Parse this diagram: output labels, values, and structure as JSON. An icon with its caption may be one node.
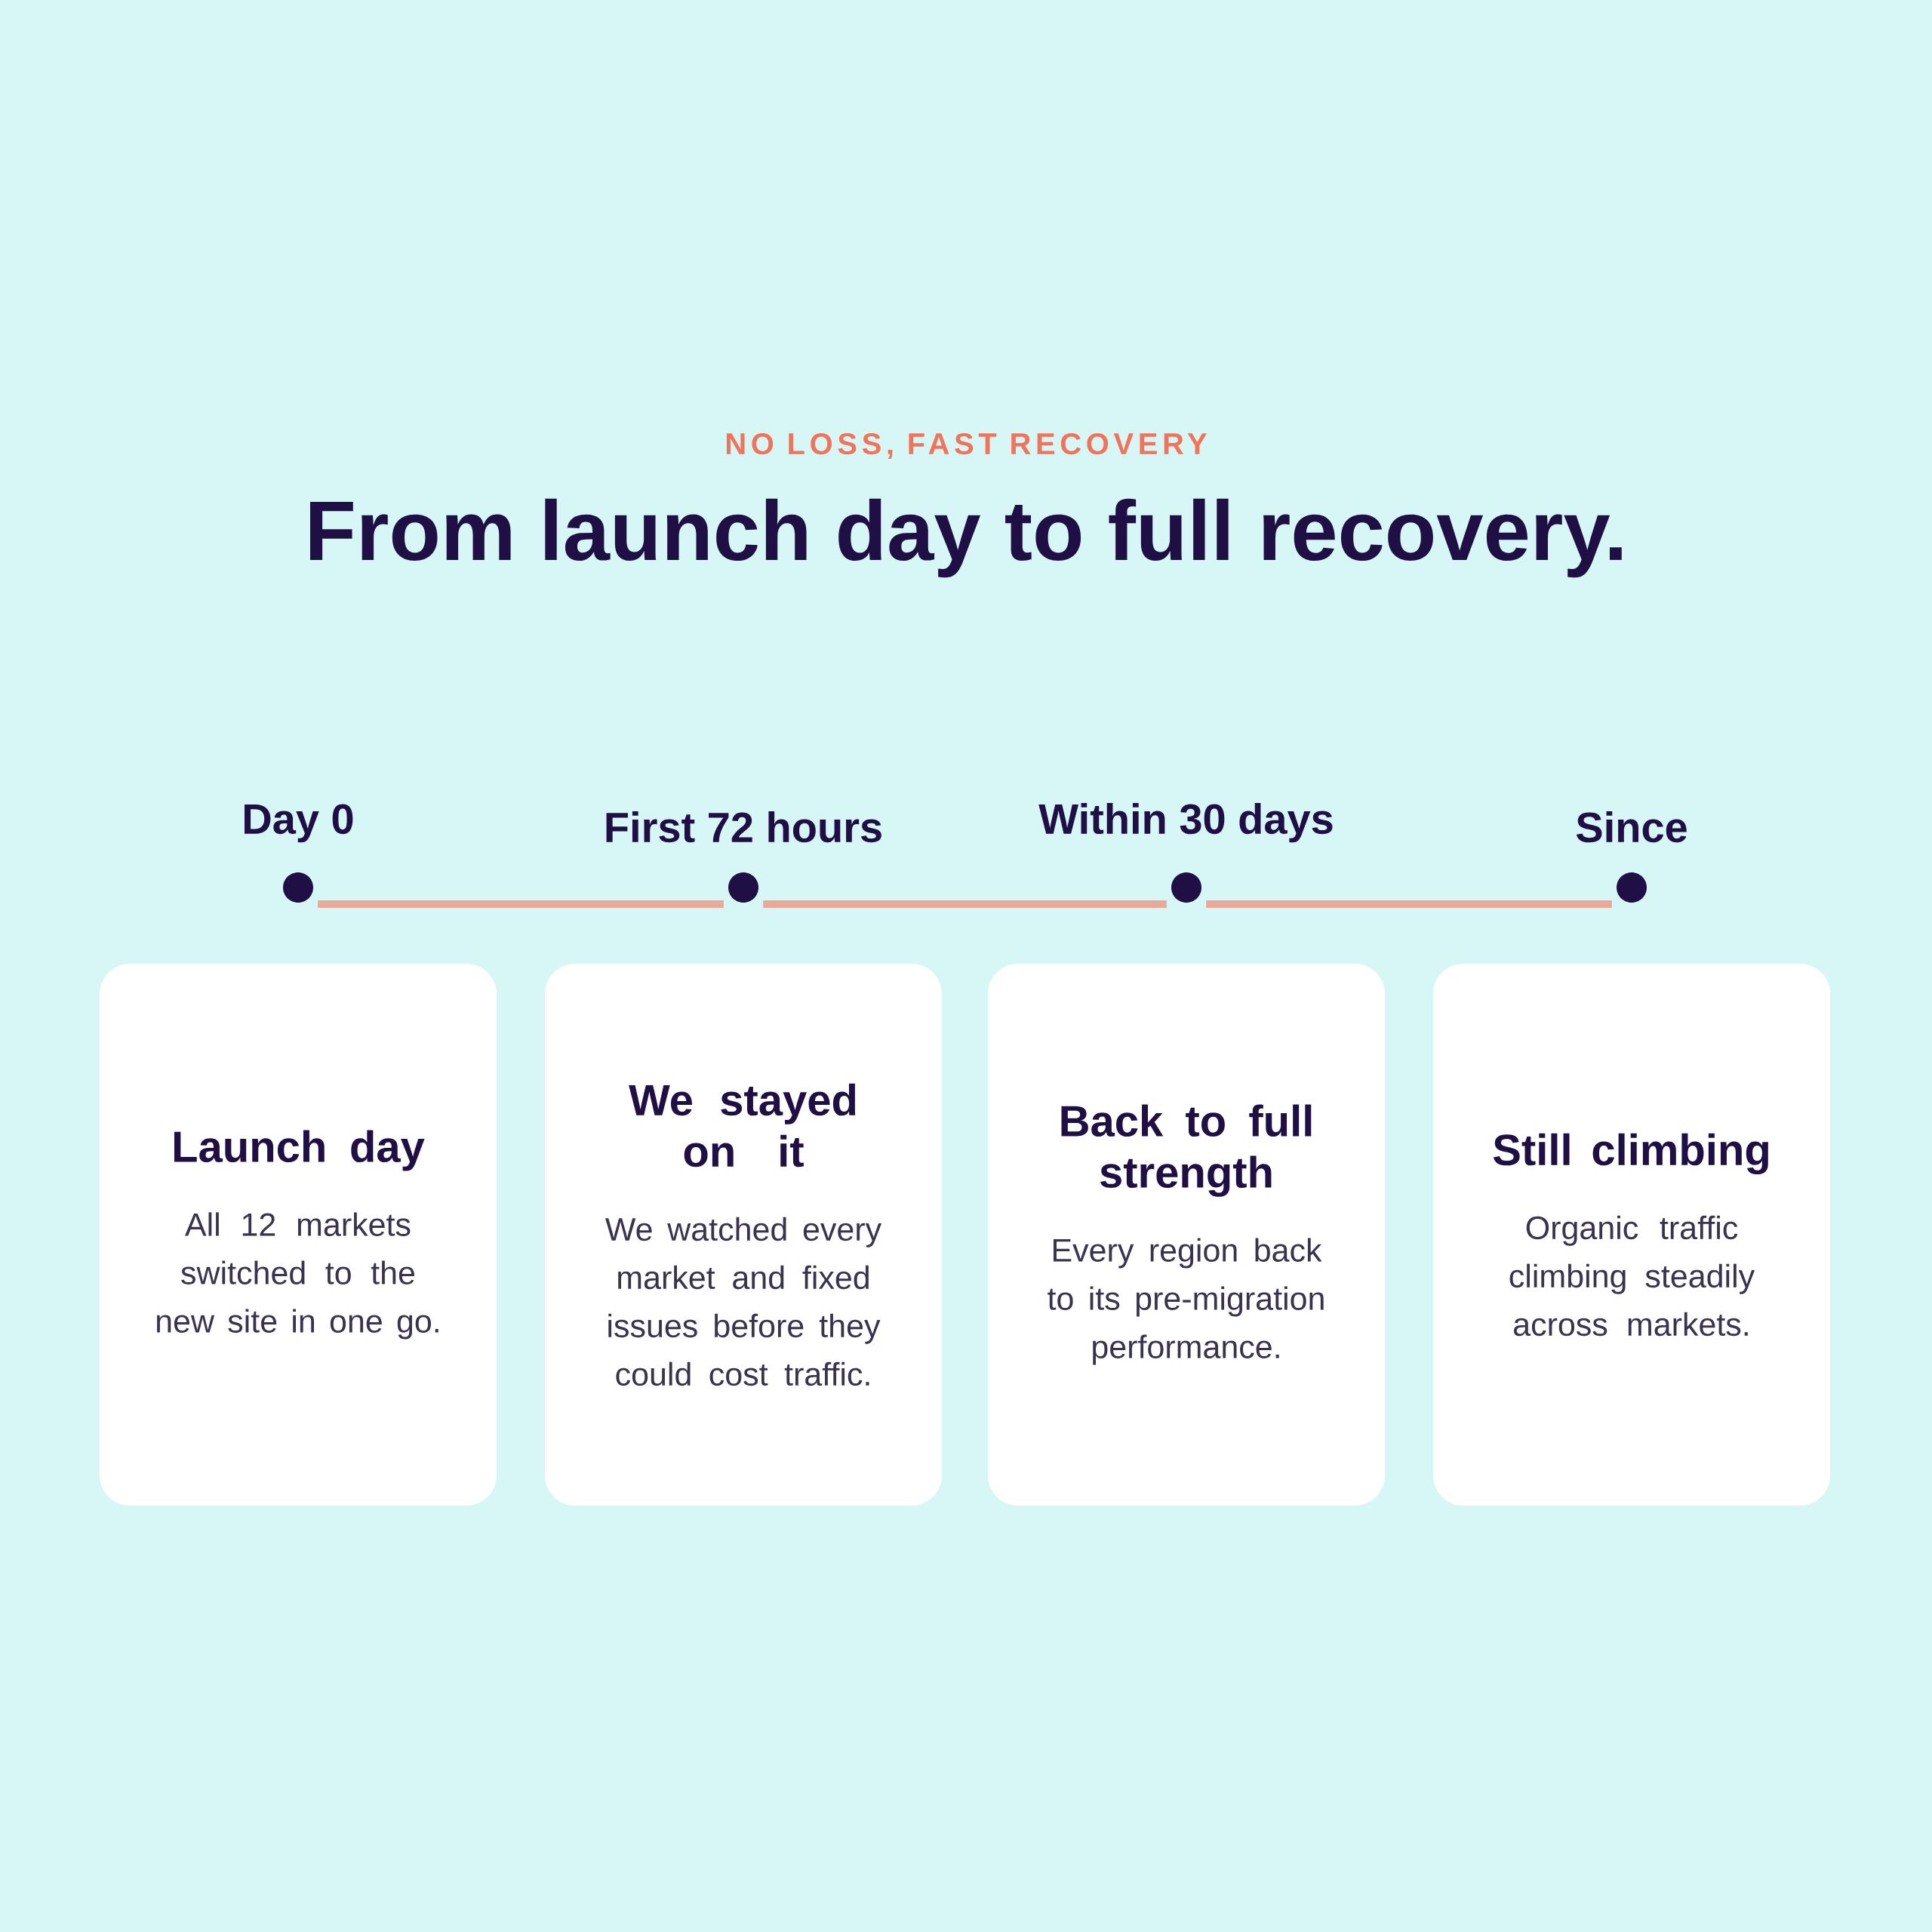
{
  "diagram": {
    "title": "From launch day to full recovery.",
    "nodes": [
      {
        "text": [
          "Day 0"
        ]
      },
      {
        "text": [
          "First 72 hours"
        ]
      },
      {
        "text": [
          "Within 30 days"
        ]
      },
      {
        "text": [
          "Since"
        ]
      },
      {
        "text": [
          "Launch day",
          "All 12 markets switched to the new site in one go."
        ]
      },
      {
        "text": [
          "We stayed on it",
          "We watched every market and fixed issues before they could cost traffic."
        ]
      },
      {
        "text": [
          "Back to full strength",
          "Every region back to its pre-migration performance."
        ]
      },
      {
        "text": [
          "Still climbing",
          "Organic traffic climbing steadily across markets."
        ]
      }
    ],
    "edges": [
      {
        "from": 0,
        "to": 1,
        "arrow": "none",
        "color": "#eba898"
      },
      {
        "from": 1,
        "to": 2,
        "arrow": "none",
        "color": "#eba898"
      },
      {
        "from": 2,
        "to": 3,
        "arrow": "none",
        "color": "#eba898"
      }
    ],
    "labels": [
      "NO LOSS, FAST RECOVERY"
    ]
  }
}
